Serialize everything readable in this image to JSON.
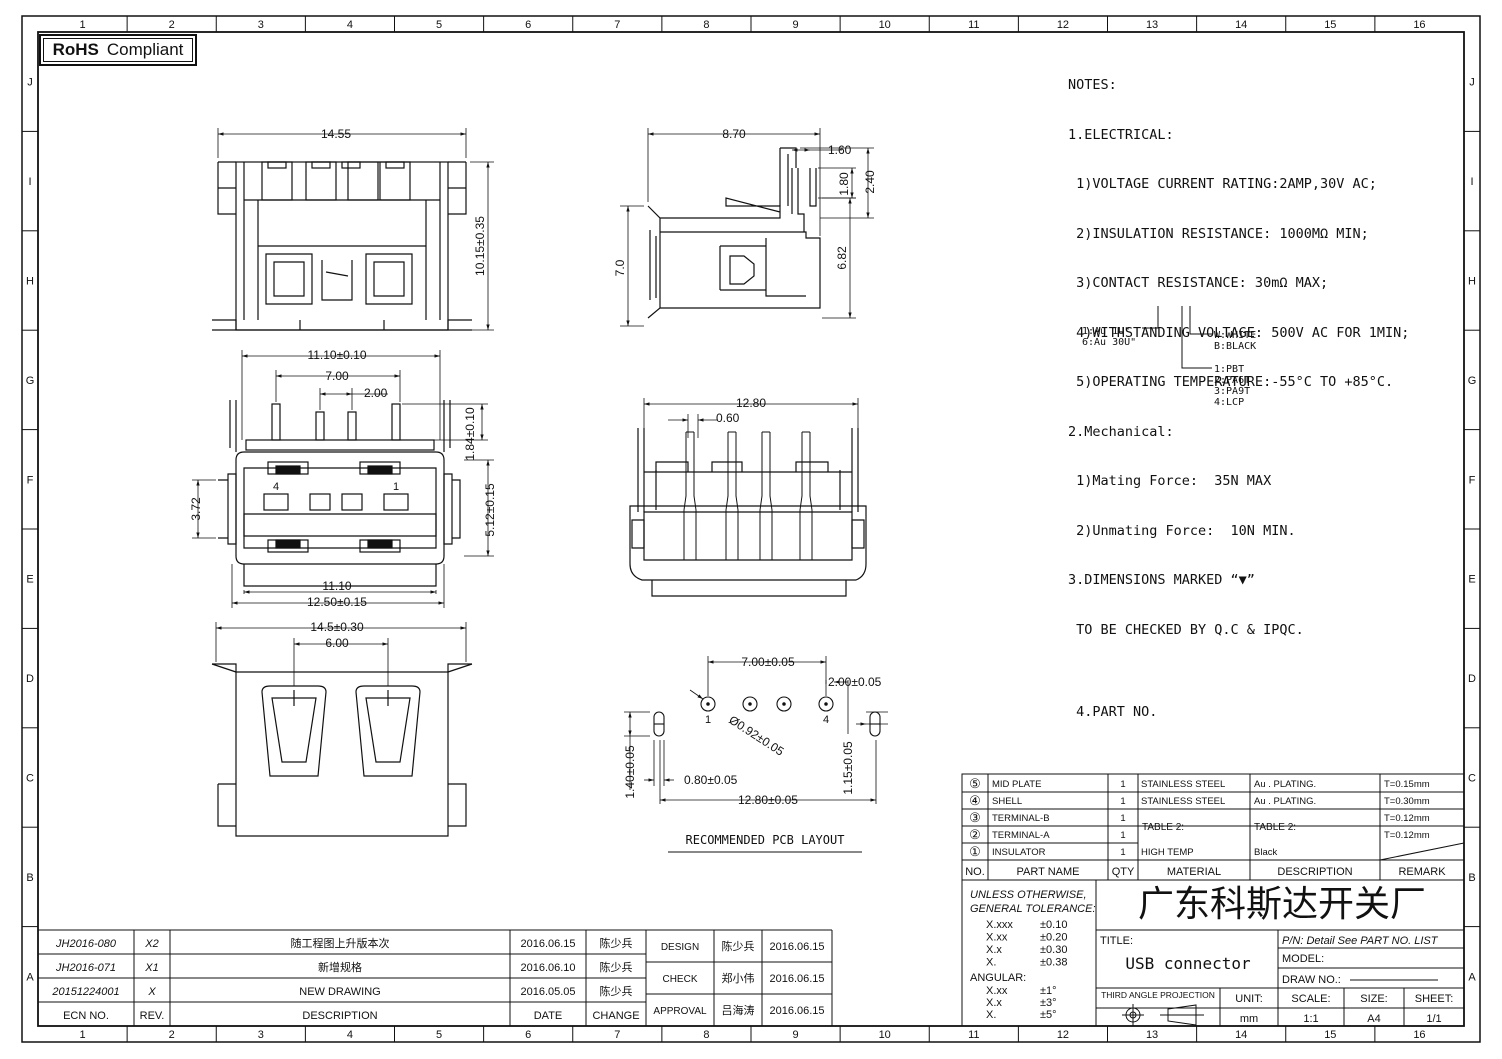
{
  "border": {
    "cols": [
      "1",
      "2",
      "3",
      "4",
      "5",
      "6",
      "7",
      "8",
      "9",
      "10",
      "11",
      "12",
      "13",
      "14",
      "15",
      "16"
    ],
    "rows": [
      "J",
      "I",
      "H",
      "G",
      "F",
      "E",
      "D",
      "C",
      "B",
      "A"
    ]
  },
  "rohs": {
    "bold": "RoHS",
    "text": "Compliant"
  },
  "notes": {
    "title": "NOTES:",
    "lines": [
      "1.ELECTRICAL:",
      " 1)VOLTAGE CURRENT RATING:2AMP,30V AC;",
      " 2)INSULATION RESISTANCE: 1000MΩ MIN;",
      " 3)CONTACT RESISTANCE: 30mΩ MAX;",
      " 4)WITHSTANDING VOLTAGE: 500V AC FOR 1MIN;",
      " 5)OPERATING TEMPERATURE:-55°C TO +85°C.",
      "2.Mechanical:",
      " 1)Mating Force:  35N MAX",
      " 2)Unmating Force:  10N MIN.",
      "3.DIMENSIONS MARKED “▼”",
      " TO BE CHECKED BY Q.C & IPQC.",
      "",
      " 4.PART NO."
    ]
  },
  "part_code": {
    "plating": [
      "1:Au 1U\"",
      "6:Au 30U\""
    ],
    "color": [
      "W:WHITE",
      "B:BLACK"
    ],
    "material": [
      "1:PBT",
      "2:PA6T",
      "3:PA9T",
      "4:LCP"
    ]
  },
  "dims": {
    "top_width": "14.55",
    "top_height": "10.15±0.35",
    "side_width": "8.70",
    "side_160": "1.60",
    "side_180": "1.80",
    "side_240": "2.40",
    "side_70": "7.0",
    "side_682": "6.82",
    "front_1110": "11.10±0.10",
    "front_700": "7.00",
    "front_200": "2.00",
    "front_184": "1.84±0.10",
    "front_372": "3.72",
    "front_512": "5.12±0.15",
    "front_1110b": "11.10",
    "front_1250": "12.50±0.15",
    "pin4": "4",
    "pin1": "1",
    "rear_1280": "12.80",
    "rear_060": "0.60",
    "bottom_145": "14.5±0.30",
    "bottom_600": "6.00",
    "pcb_700": "7.00±0.05",
    "pcb_200": "2.00±0.05",
    "pcb_092": "Ø0.92±0.05",
    "pcb_140": "1.40±0.05",
    "pcb_080": "0.80±0.05",
    "pcb_115": "1.15±0.05",
    "pcb_1280": "12.80±0.05",
    "pcb_p1": "1",
    "pcb_p4": "4",
    "pcb_title": "RECOMMENDED PCB LAYOUT"
  },
  "bom": {
    "rows": [
      {
        "no": "⑤",
        "part": "MID PLATE",
        "qty": "1",
        "material": "STAINLESS STEEL",
        "desc": "Au . PLATING.",
        "remark": "T=0.15mm"
      },
      {
        "no": "④",
        "part": "SHELL",
        "qty": "1",
        "material": "STAINLESS STEEL",
        "desc": "Au . PLATING.",
        "remark": "T=0.30mm"
      },
      {
        "no": "③",
        "part": "TERMINAL-B",
        "qty": "1",
        "material": "",
        "desc": "",
        "remark": "T=0.12mm"
      },
      {
        "no": "②",
        "part": "TERMINAL-A",
        "qty": "1",
        "material": "",
        "desc": "",
        "remark": "T=0.12mm"
      },
      {
        "no": "①",
        "part": "INSULATOR",
        "qty": "1",
        "material": "HIGH TEMP",
        "desc": "Black",
        "remark": ""
      }
    ],
    "table2_mat": "TABLE 2:",
    "table2_desc": "TABLE 2:",
    "headers": {
      "no": "NO.",
      "part": "PART NAME",
      "qty": "QTY",
      "material": "MATERIAL",
      "desc": "DESCRIPTION",
      "remark": "REMARK"
    }
  },
  "tolerance": {
    "title1": "UNLESS OTHERWISE,",
    "title2": "GENERAL TOLERANCE:",
    "rows": [
      [
        "X.xxx",
        "±0.10"
      ],
      [
        "X.xx",
        "±0.20"
      ],
      [
        "X.x",
        "±0.30"
      ],
      [
        "X.",
        "±0.38"
      ]
    ],
    "angular": "ANGULAR:",
    "arows": [
      [
        "X.xx",
        "±1°"
      ],
      [
        "X.x",
        "±3°"
      ],
      [
        "X.",
        "±5°"
      ]
    ]
  },
  "company": "广东科斯达开关厂",
  "title_block": {
    "title_label": "TITLE:",
    "title": "USB connector",
    "pn": "P/N: Detail  See  PART  NO.  LIST",
    "model": "MODEL:",
    "draw_no": "DRAW  NO.:",
    "projection": "THIRD  ANGLE  PROJECTION",
    "unit_label": "UNIT:",
    "unit": "mm",
    "scale_label": "SCALE:",
    "scale": "1:1",
    "size_label": "SIZE:",
    "size": "A4",
    "sheet_label": "SHEET:",
    "sheet": "1/1"
  },
  "revisions": {
    "rows": [
      {
        "ecn": "JH2016-080",
        "rev": "X2",
        "desc": "随工程图上升版本次",
        "date": "2016.06.15",
        "change": "陈少兵"
      },
      {
        "ecn": "JH2016-071",
        "rev": "X1",
        "desc": "新增规格",
        "date": "2016.06.10",
        "change": "陈少兵"
      },
      {
        "ecn": "20151224001",
        "rev": "X",
        "desc": "NEW  DRAWING",
        "date": "2016.05.05",
        "change": "陈少兵"
      }
    ],
    "headers": {
      "ecn": "ECN  NO.",
      "rev": "REV.",
      "desc": "DESCRIPTION",
      "date": "DATE",
      "change": "CHANGE"
    }
  },
  "approvals": [
    {
      "role": "DESIGN",
      "name": "陈少兵",
      "date": "2016.06.15"
    },
    {
      "role": "CHECK",
      "name": "郑小伟",
      "date": "2016.06.15"
    },
    {
      "role": "APPROVAL",
      "name": "吕海涛",
      "date": "2016.06.15"
    }
  ]
}
